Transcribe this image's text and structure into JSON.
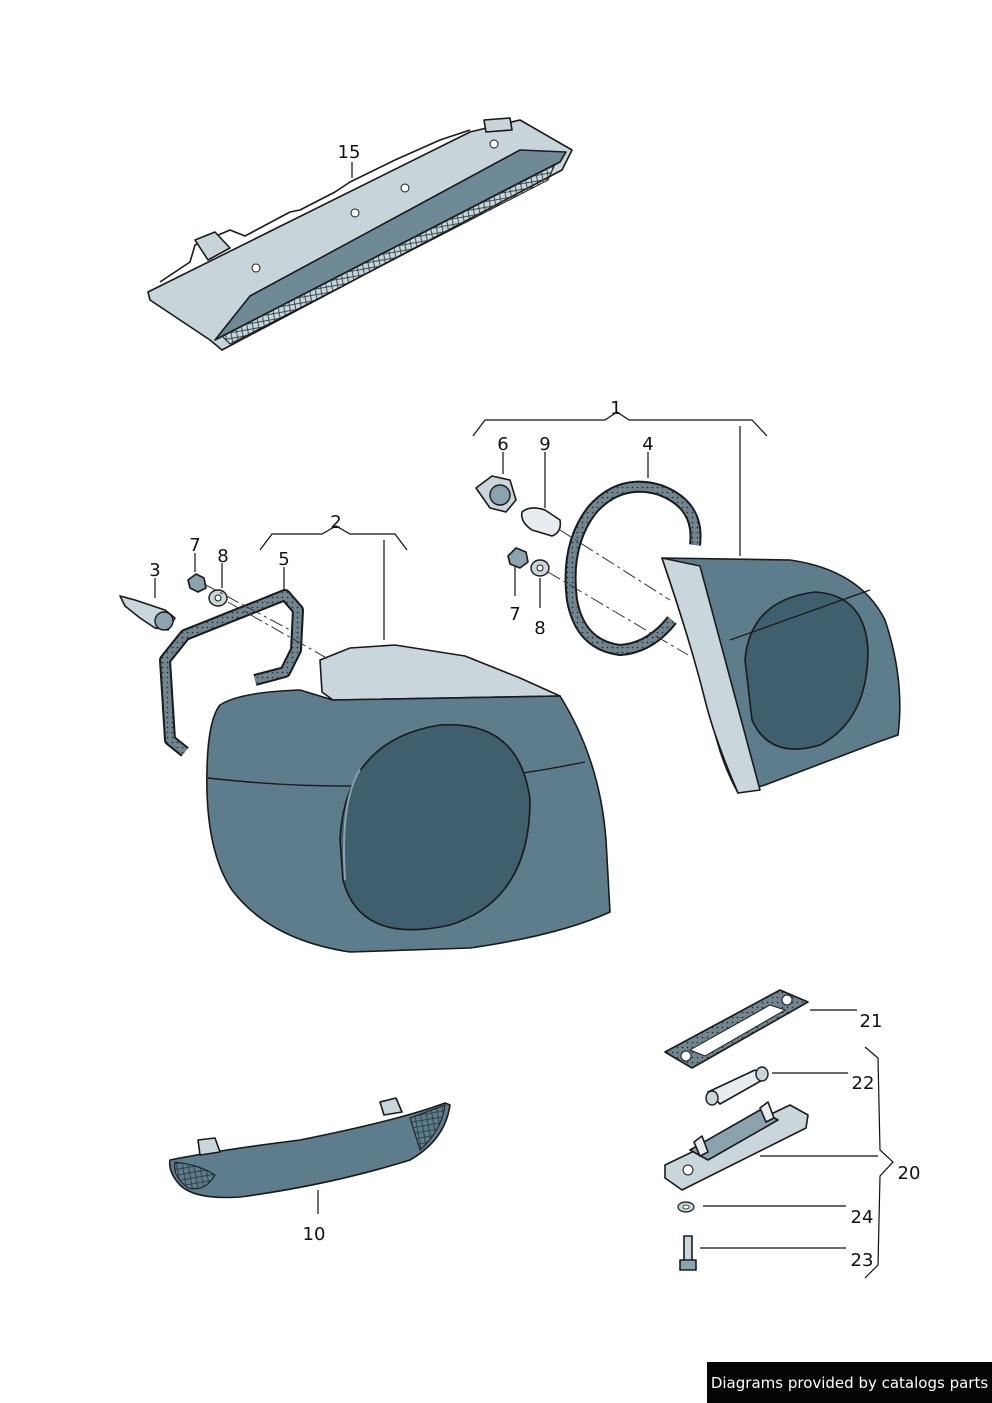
{
  "callouts": {
    "c1": "1",
    "c2": "2",
    "c3": "3",
    "c4": "4",
    "c5": "5",
    "c6": "6",
    "c7a": "7",
    "c7b": "7",
    "c8a": "8",
    "c8b": "8",
    "c9": "9",
    "c10": "10",
    "c15": "15",
    "c20": "20",
    "c21": "21",
    "c22": "22",
    "c23": "23",
    "c24": "24"
  },
  "credit": "Diagrams provided by catalogs parts",
  "colors": {
    "lamp_body": "#5d7c8c",
    "lamp_dark": "#3f5e6e",
    "lamp_light": "#c9d6dc",
    "line": "#1a1a1a",
    "gasket": "#3a4a52"
  }
}
